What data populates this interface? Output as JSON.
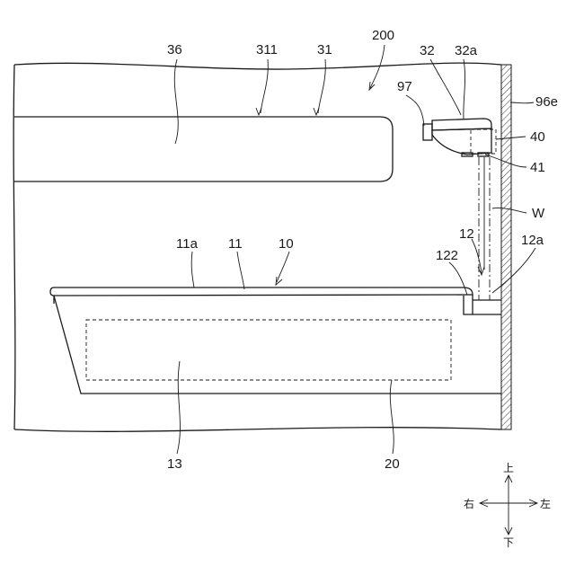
{
  "labels": {
    "l36": "36",
    "l311": "311",
    "l31": "31",
    "l200": "200",
    "l32": "32",
    "l32a": "32a",
    "l97": "97",
    "l96e": "96e",
    "l40": "40",
    "l41": "41",
    "lW": "W",
    "l12": "12",
    "l12a": "12a",
    "l122": "122",
    "l11a": "11a",
    "l11": "11",
    "l10": "10",
    "l13": "13",
    "l20": "20"
  },
  "directions": {
    "up": "上",
    "down": "下",
    "right": "右",
    "left": "左"
  }
}
